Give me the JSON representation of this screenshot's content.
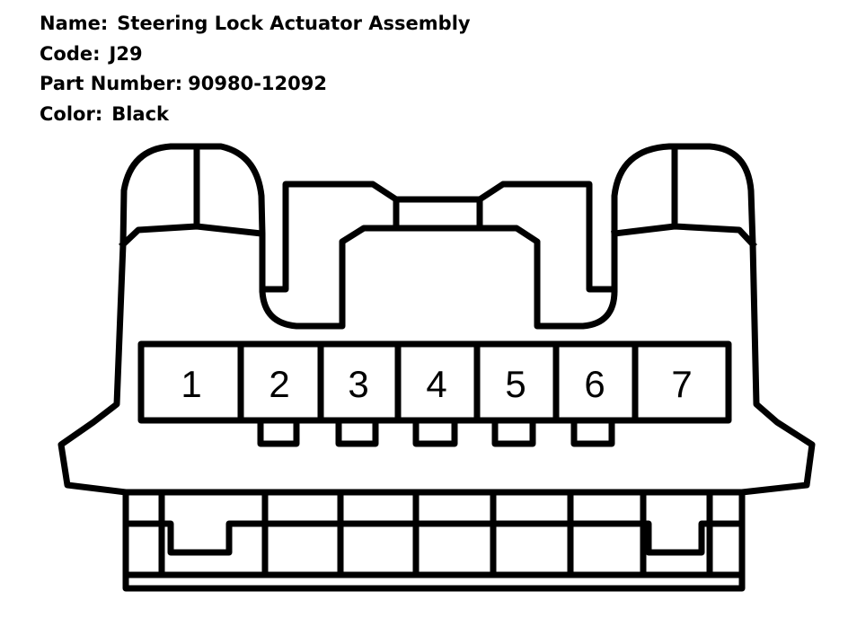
{
  "info": {
    "name_label": "Name:",
    "name_value": "Steering Lock Actuator Assembly",
    "code_label": "Code:",
    "code_value": "J29",
    "part_label": "Part Number:",
    "part_value": "90980-12092",
    "color_label": "Color:",
    "color_value": "Black"
  },
  "pins": [
    "1",
    "2",
    "3",
    "4",
    "5",
    "6",
    "7"
  ],
  "colors": {
    "line": "#000000",
    "background": "#ffffff"
  }
}
